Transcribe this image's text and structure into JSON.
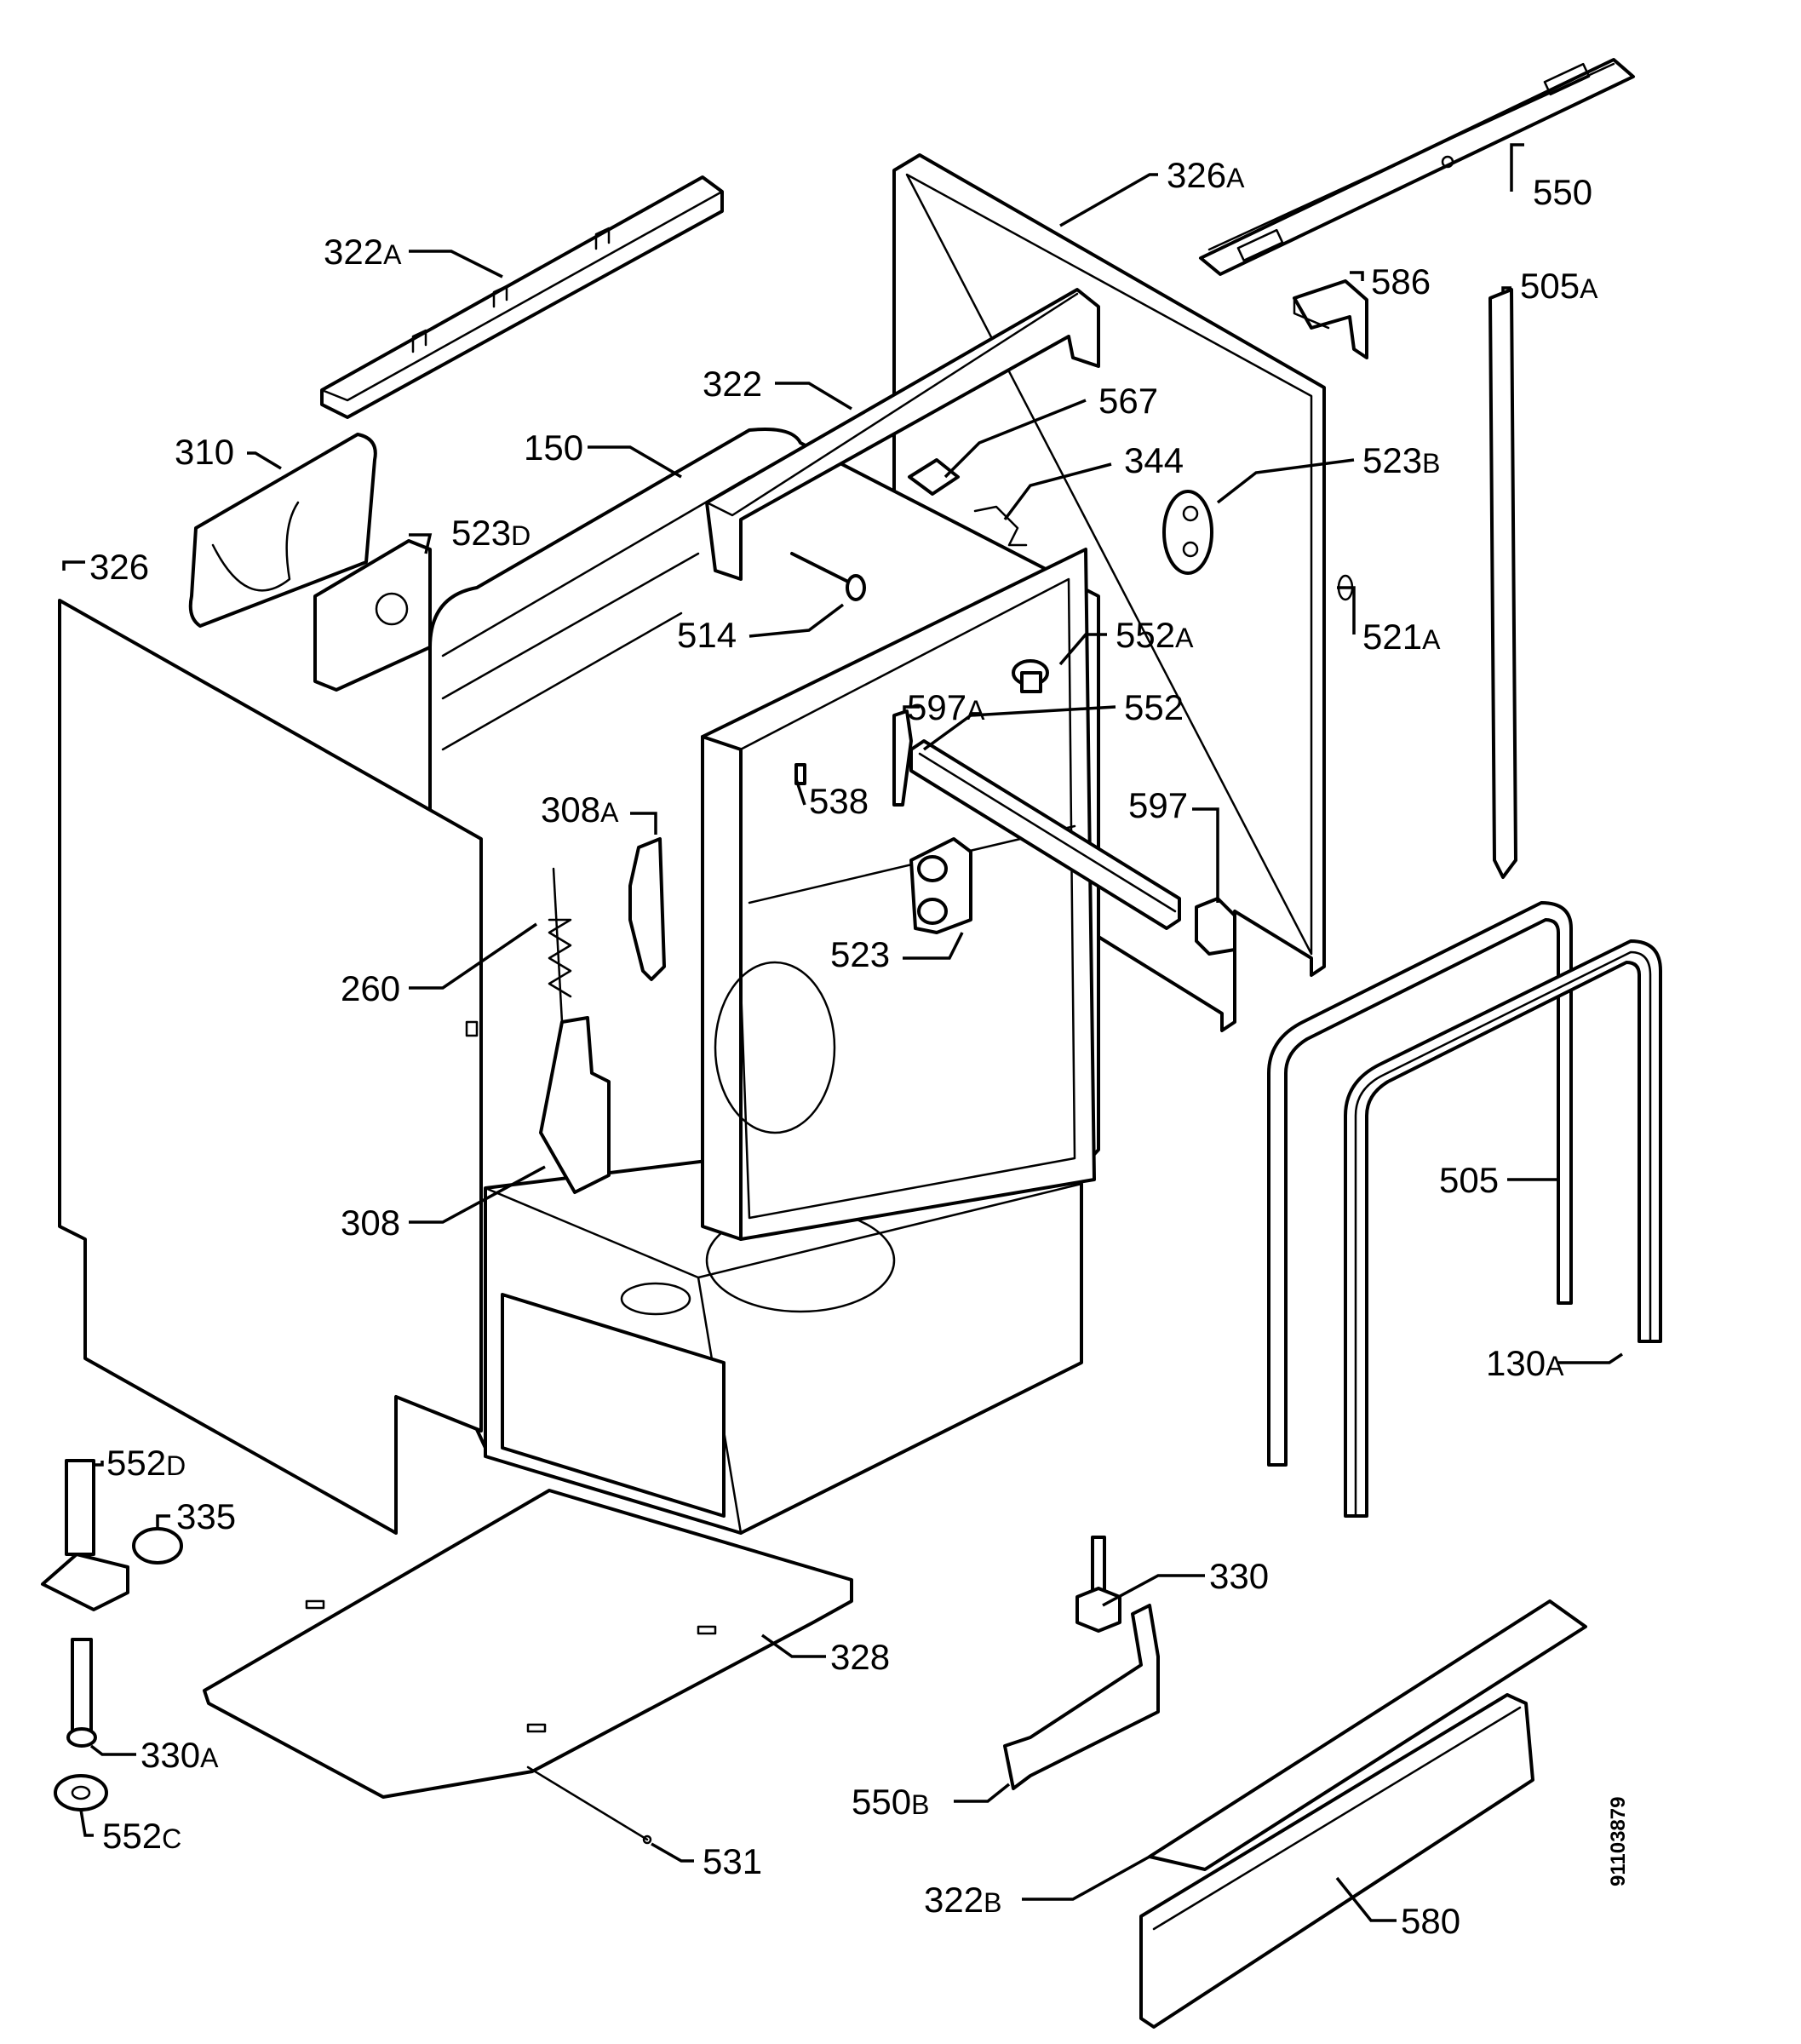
{
  "diagram": {
    "document_number": "91103879",
    "callouts": [
      {
        "id": "c550",
        "num": "550",
        "sfx": ""
      },
      {
        "id": "c326a",
        "num": "326",
        "sfx": "A"
      },
      {
        "id": "c586",
        "num": "586",
        "sfx": ""
      },
      {
        "id": "c505a",
        "num": "505",
        "sfx": "A"
      },
      {
        "id": "c322a",
        "num": "322",
        "sfx": "A"
      },
      {
        "id": "c322",
        "num": "322",
        "sfx": ""
      },
      {
        "id": "c567",
        "num": "567",
        "sfx": ""
      },
      {
        "id": "c310",
        "num": "310",
        "sfx": ""
      },
      {
        "id": "c150",
        "num": "150",
        "sfx": ""
      },
      {
        "id": "c344",
        "num": "344",
        "sfx": ""
      },
      {
        "id": "c523b",
        "num": "523",
        "sfx": "B"
      },
      {
        "id": "c523d",
        "num": "523",
        "sfx": "D"
      },
      {
        "id": "c326",
        "num": "326",
        "sfx": ""
      },
      {
        "id": "c514",
        "num": "514",
        "sfx": ""
      },
      {
        "id": "c552a",
        "num": "552",
        "sfx": "A"
      },
      {
        "id": "c521a",
        "num": "521",
        "sfx": "A"
      },
      {
        "id": "c597a",
        "num": "597",
        "sfx": "A"
      },
      {
        "id": "c552",
        "num": "552",
        "sfx": ""
      },
      {
        "id": "c538",
        "num": "538",
        "sfx": ""
      },
      {
        "id": "c308a",
        "num": "308",
        "sfx": "A"
      },
      {
        "id": "c597",
        "num": "597",
        "sfx": ""
      },
      {
        "id": "c523",
        "num": "523",
        "sfx": ""
      },
      {
        "id": "c260",
        "num": "260",
        "sfx": ""
      },
      {
        "id": "c505",
        "num": "505",
        "sfx": ""
      },
      {
        "id": "c308",
        "num": "308",
        "sfx": ""
      },
      {
        "id": "c130a",
        "num": "130",
        "sfx": "A"
      },
      {
        "id": "c552d",
        "num": "552",
        "sfx": "D"
      },
      {
        "id": "c335",
        "num": "335",
        "sfx": ""
      },
      {
        "id": "c330",
        "num": "330",
        "sfx": ""
      },
      {
        "id": "c328",
        "num": "328",
        "sfx": ""
      },
      {
        "id": "c330a",
        "num": "330",
        "sfx": "A"
      },
      {
        "id": "c550b",
        "num": "550",
        "sfx": "B"
      },
      {
        "id": "c552c",
        "num": "552",
        "sfx": "C"
      },
      {
        "id": "c531",
        "num": "531",
        "sfx": ""
      },
      {
        "id": "c322b",
        "num": "322",
        "sfx": "B"
      },
      {
        "id": "c580",
        "num": "580",
        "sfx": ""
      }
    ]
  }
}
